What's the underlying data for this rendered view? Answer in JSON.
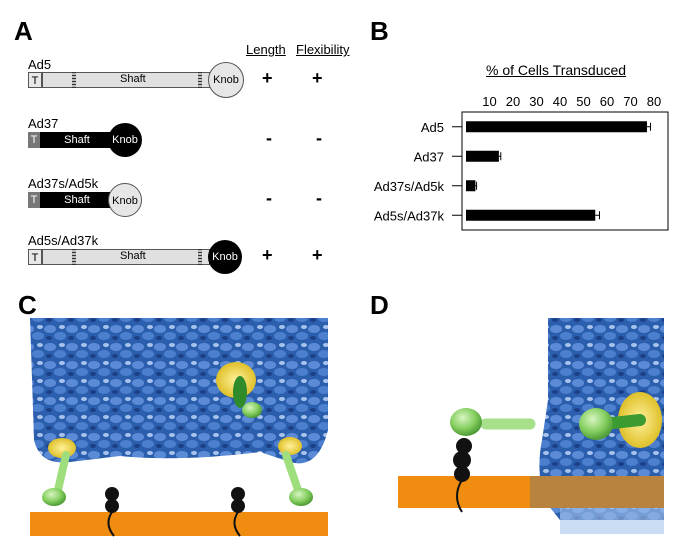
{
  "panels": {
    "a": "A",
    "b": "B",
    "c": "C",
    "d": "D"
  },
  "panel_a": {
    "header_length": "Length",
    "header_flexibility": "Flexibility",
    "constructs": [
      {
        "name": "Ad5",
        "tail": "T",
        "shaft": "Shaft",
        "knob": "Knob",
        "length": "+",
        "flexibility": "+"
      },
      {
        "name": "Ad37",
        "tail": "T",
        "shaft": "Shaft",
        "knob": "Knob",
        "length": "-",
        "flexibility": "-"
      },
      {
        "name": "Ad37s/Ad5k",
        "tail": "T",
        "shaft": "Shaft",
        "knob": "Knob",
        "length": "-",
        "flexibility": "-"
      },
      {
        "name": "Ad5s/Ad37k",
        "tail": "T",
        "shaft": "Shaft",
        "knob": "Knob",
        "length": "+",
        "flexibility": "+"
      }
    ]
  },
  "chart_data": {
    "type": "bar",
    "orientation": "horizontal",
    "title": "% of Cells Transduced",
    "categories": [
      "Ad5",
      "Ad37",
      "Ad37s/Ad5k",
      "Ad5s/Ad37k"
    ],
    "values": [
      77,
      14,
      4,
      55
    ],
    "errors": [
      1.5,
      0.8,
      0.5,
      1.8
    ],
    "xlim": [
      0,
      90
    ],
    "xticks": [
      "10",
      "20",
      "30",
      "40",
      "50",
      "60",
      "70",
      "80"
    ],
    "tick_values": [
      10,
      20,
      30,
      40,
      50,
      60,
      70,
      80
    ],
    "colors": {
      "bar": "#000000"
    },
    "grid": false
  },
  "colors": {
    "capsid": "#2f62b4",
    "receptor_binding": "#e9d12a",
    "fiber": "#8fd06b",
    "membrane": "#f08c10",
    "molecule": "#111111"
  }
}
